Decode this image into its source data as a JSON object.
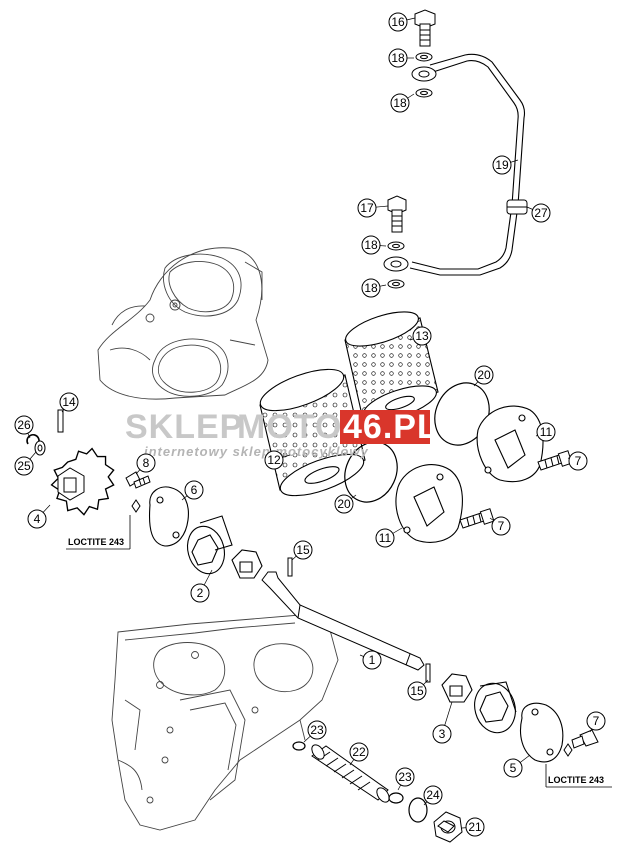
{
  "watermark": {
    "brand_left": "SKLEP",
    "brand_mid": "MOTO",
    "brand_right": "46.PL",
    "tagline": "internetowy sklep motocyklowy",
    "accent_color": "#d9362b",
    "gray_color": "#c8c8c8"
  },
  "callouts": [
    "16",
    "18",
    "18",
    "19",
    "27",
    "17",
    "18",
    "18",
    "13",
    "20",
    "11",
    "7",
    "14",
    "26",
    "25",
    "4",
    "8",
    "12",
    "6",
    "20",
    "11",
    "7",
    "15",
    "2",
    "1",
    "15",
    "3",
    "7",
    "23",
    "22",
    "23",
    "24",
    "5",
    "21"
  ],
  "loctite_labels": [
    "LOCTITE 243",
    "LOCTITE 243"
  ]
}
